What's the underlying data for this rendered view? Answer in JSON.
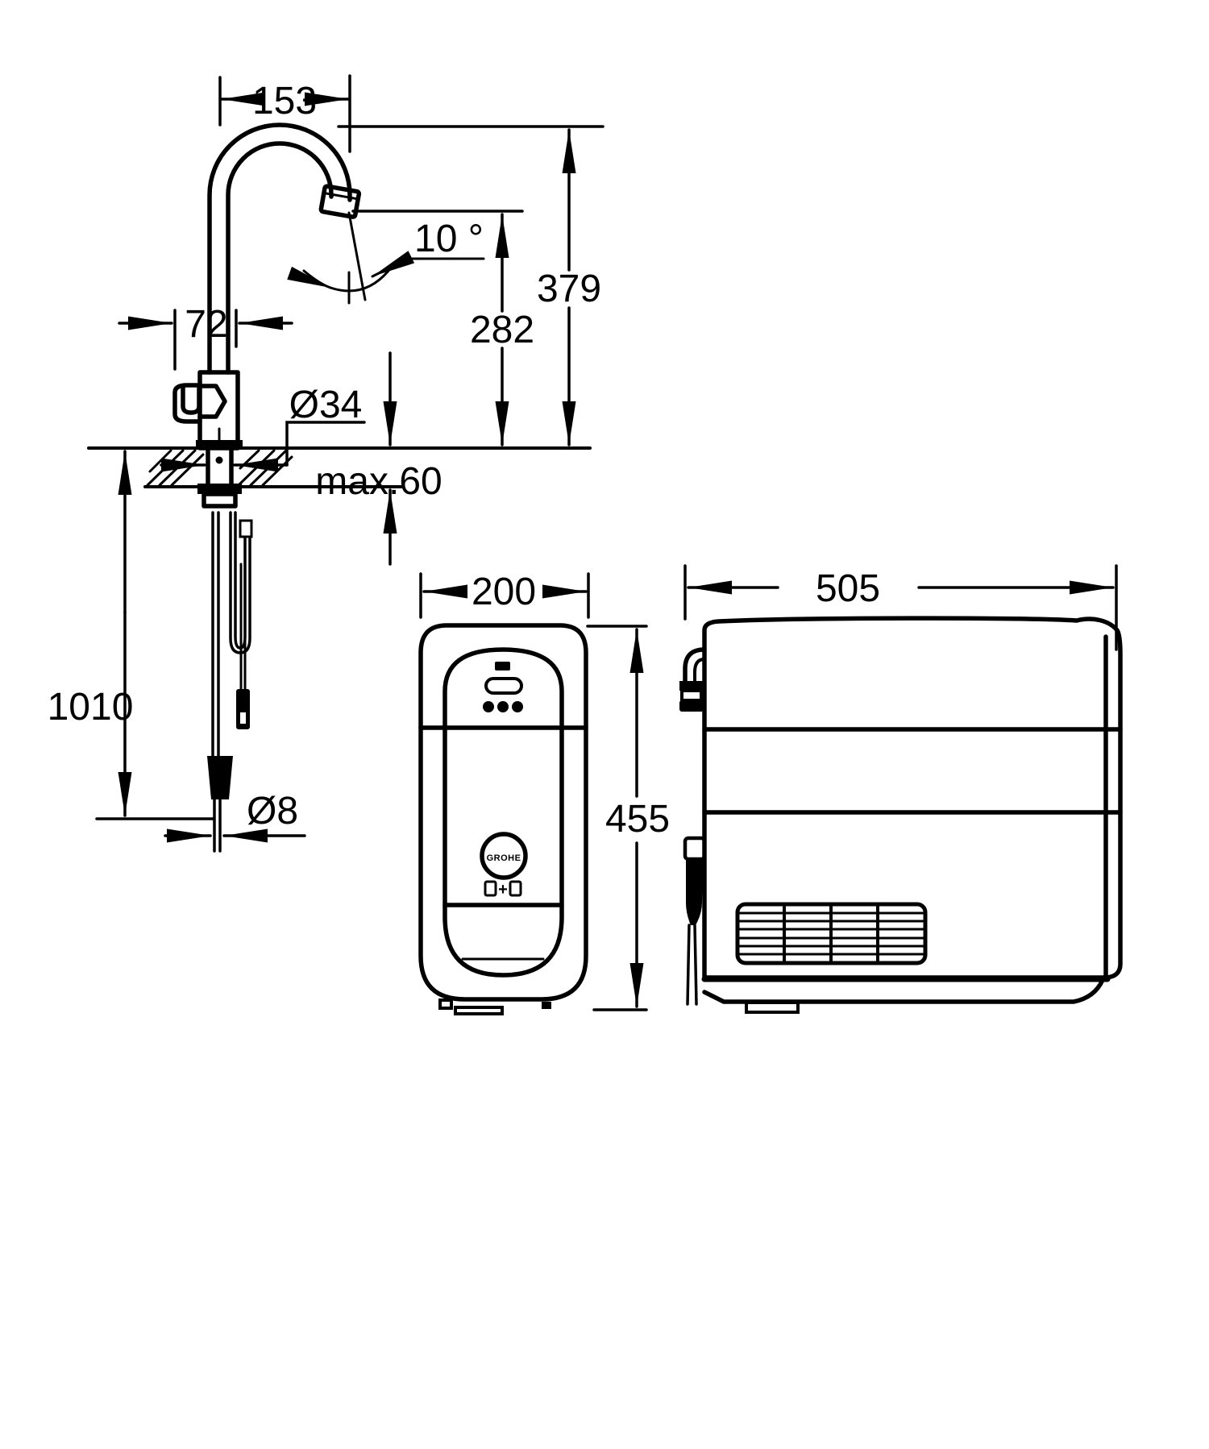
{
  "drawing": {
    "title": "faucet-and-cooler-dimension-drawing",
    "line_color": "#000000",
    "background_color": "#ffffff",
    "faucet_view": {
      "spout_reach": "153",
      "spout_angle": "10 °",
      "height_to_spout_top": "379",
      "height_to_outlet": "282",
      "body_width": "72",
      "base_diameter": "Ø34",
      "max_counter_thickness": "max.60",
      "hose_length": "1010",
      "hose_diameter": "Ø8"
    },
    "cooler_front_view": {
      "width": "200",
      "height": "455",
      "logo": "GROHE",
      "logo_plus": "+"
    },
    "cooler_side_view": {
      "depth": "505"
    }
  }
}
